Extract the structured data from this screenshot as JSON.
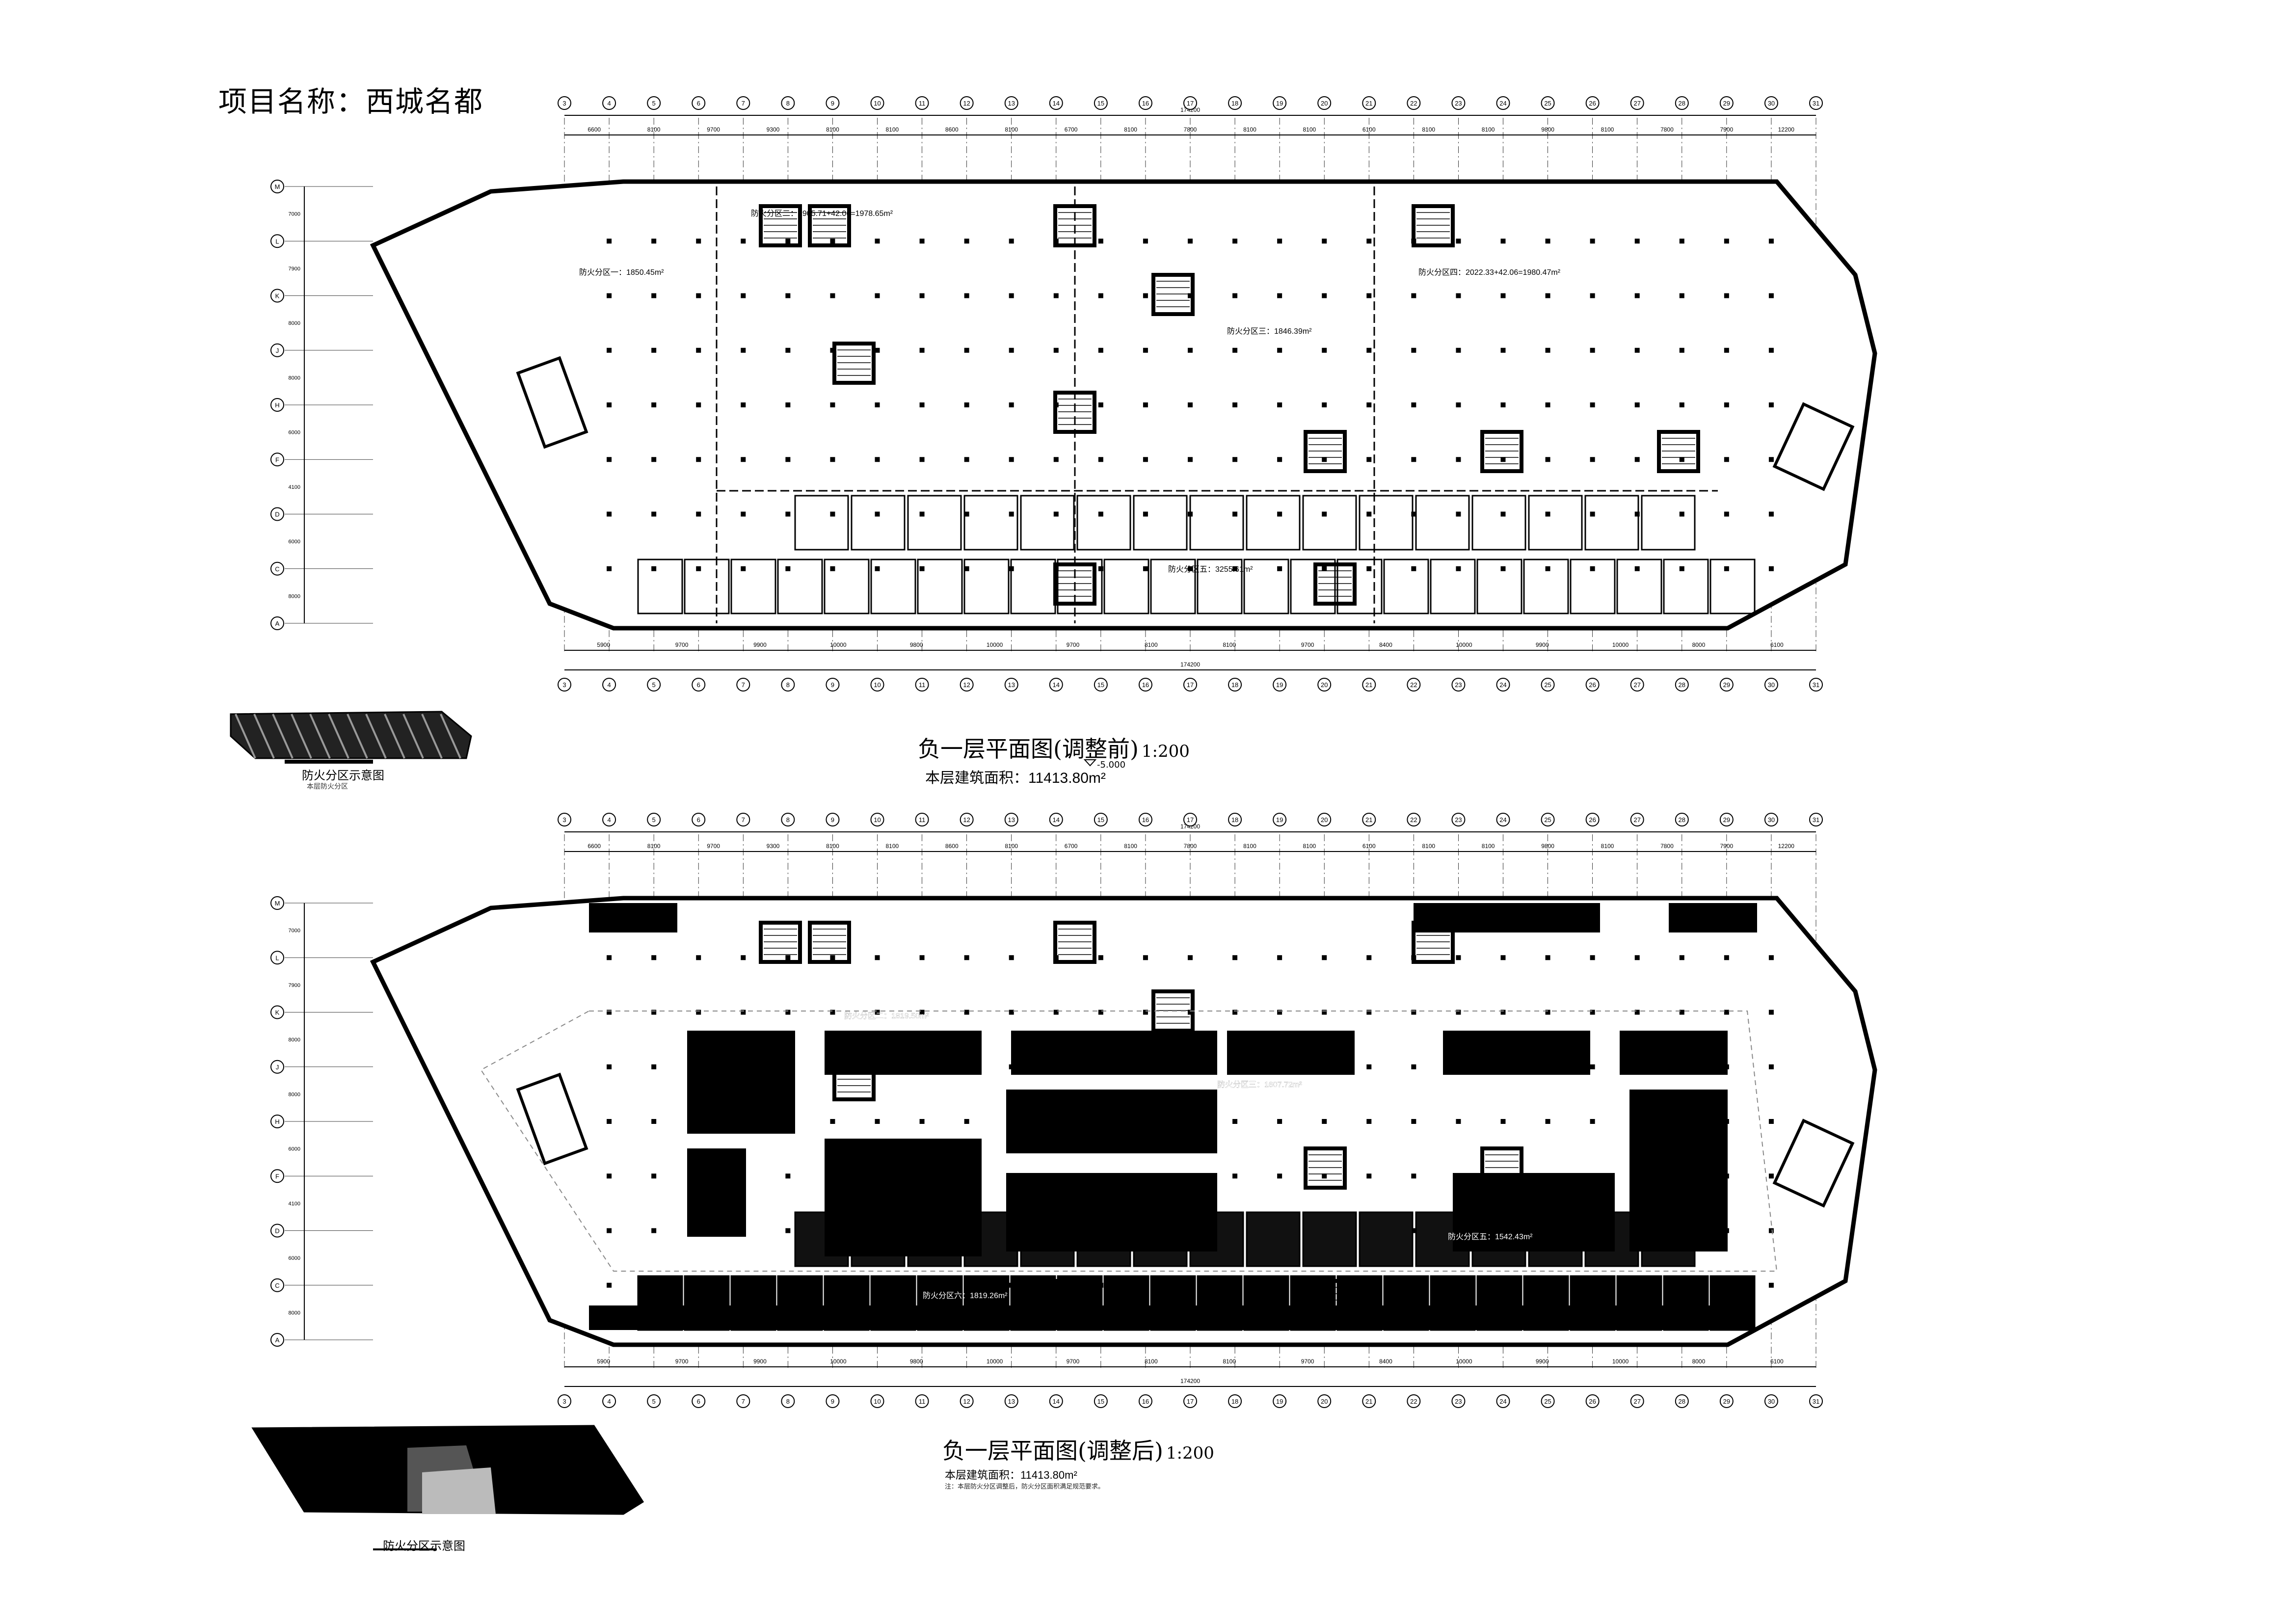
{
  "project_title": "项目名称：西城名都",
  "top_plan": {
    "title": "负一层平面图(调整前)",
    "scale": "1:200",
    "area_label": "本层建筑面积：11413.80m²",
    "elevation": "-5.000",
    "zones": [
      "防火分区一：1850.45m²",
      "防火分区二：1905.71+42.06=1978.65m²",
      "防火分区三：1846.39m²",
      "防火分区四：2022.33+42.06=1980.47m²",
      "防火分区五：3255.61m²"
    ],
    "legend_caption": "防火分区示意图",
    "legend_sub": "本层防火分区"
  },
  "bottom_plan": {
    "title": "负一层平面图(调整后)",
    "scale": "1:200",
    "area_label": "本层建筑面积：11413.80m²",
    "note": "注：本层防火分区调整后，防火分区面积满足规范要求。",
    "zones": [
      "防火分区二：1819.50m²",
      "防火分区三：1607.72m²",
      "防火分区五：1542.43m²",
      "防火分区六：1819.26m²"
    ],
    "legend_caption": "防火分区示意图"
  },
  "grid": {
    "col_labels": [
      "3",
      "4",
      "5",
      "6",
      "7",
      "8",
      "9",
      "10",
      "11",
      "12",
      "13",
      "14",
      "15",
      "16",
      "17",
      "18",
      "19",
      "20",
      "21",
      "22",
      "23",
      "24",
      "25",
      "26",
      "27",
      "28",
      "29",
      "30",
      "31"
    ],
    "row_labels": [
      "M",
      "L",
      "K",
      "J",
      "H",
      "F",
      "D",
      "C",
      "A"
    ],
    "top_dims": [
      "6600",
      "8100",
      "9700",
      "9300",
      "8100",
      "8100",
      "8600",
      "8100",
      "6700",
      "8100",
      "7800",
      "8100",
      "8100",
      "6100",
      "8100",
      "8100",
      "9800",
      "8100",
      "7800",
      "7900",
      "12200"
    ],
    "bottom_dims": [
      "5900",
      "9700",
      "9900",
      "10000",
      "9800",
      "10000",
      "9700",
      "8100",
      "8100",
      "9700",
      "8400",
      "10000",
      "9900",
      "10000",
      "8000",
      "6100"
    ],
    "overall_width": "174200",
    "side_dims": [
      "7000",
      "7900",
      "8000",
      "8000",
      "6000",
      "4100",
      "6000",
      "8000",
      "8000"
    ]
  }
}
